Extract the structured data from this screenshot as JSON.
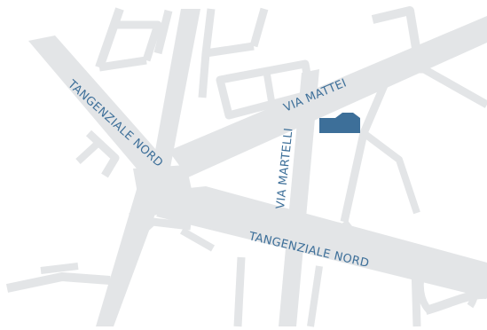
{
  "map": {
    "labels": {
      "tangenziale_nord_west": "TANGENZIALE NORD",
      "via_mattei": "VIA MATTEI",
      "via_martelli": "VIA MARTELLI",
      "tangenziale_nord_south": "TANGENZIALE NORD"
    },
    "colors": {
      "background": "#ffffff",
      "road": "#e3e5e7",
      "label": "#3d6f99",
      "marker": "#3d6f99"
    },
    "marker_icon": "building-icon"
  }
}
